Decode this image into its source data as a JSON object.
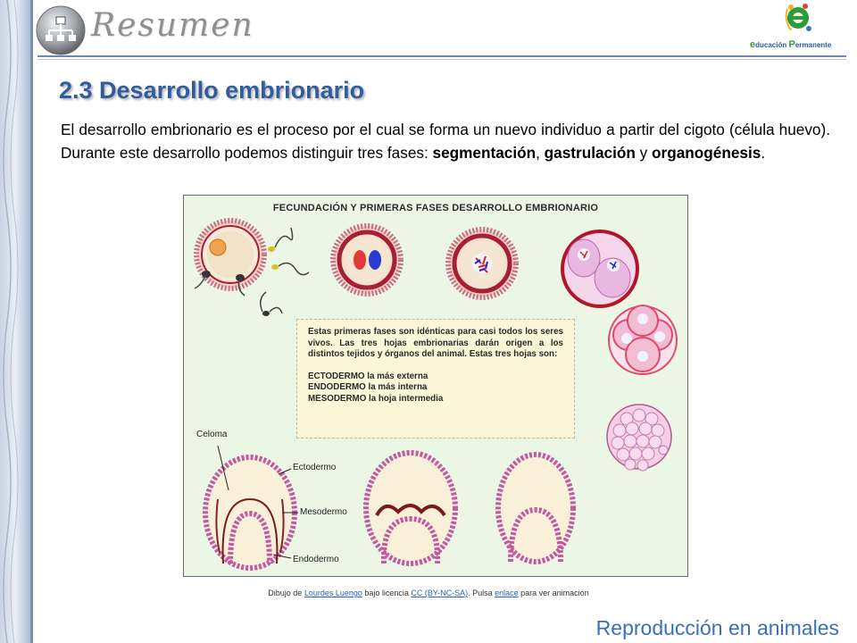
{
  "header": {
    "title": "Resumen",
    "brand": {
      "initial_1": "e",
      "word_1": "ducación",
      "initial_2": "P",
      "word_2": "ermanente"
    }
  },
  "section": {
    "title": "2.3 Desarrollo embrionario",
    "intro_prefix": "El desarrollo embrionario es el proceso por el cual se forma un nuevo individuo a partir del cigoto (célula huevo). Durante este desarrollo podemos distinguir tres fases: ",
    "phase_1": "segmentación",
    "sep_1": ", ",
    "phase_2": "gastrulación",
    "sep_2": " y ",
    "phase_3": "organogénesis",
    "intro_end": "."
  },
  "figure": {
    "title": "FECUNDACIÓN Y PRIMERAS FASES DESARROLLO EMBRIONARIO",
    "note_paragraph": "Estas primeras fases son idénticas para casi todos los seres vivos. Las tres hojas embrionarias darán origen a los distintos tejidos y órganos del animal. Estas tres hojas son:",
    "note_line_1": "ECTODERMO la más externa",
    "note_line_2": "ENDODERMO la más interna",
    "note_line_3": "MESODERMO la hoja intermedia",
    "labels": {
      "celoma": "Celoma",
      "ectodermo": "Ectodermo",
      "mesodermo": "Mesodermo",
      "endodermo": "Endodermo"
    }
  },
  "credit": {
    "prefix": "Dibujo de ",
    "author": "Lourdes Luengo",
    "middle": " bajo licencia ",
    "license": "CC (BY-NC-SA)",
    "middle_2": ". Pulsa ",
    "link": "enlace",
    "suffix": " para ver animación"
  },
  "footer": {
    "text": "Reproducción en animales"
  },
  "colors": {
    "title_blue": "#2f5d9d",
    "footer_blue": "#3a6fc0",
    "figure_bg": "#ecf6e4",
    "note_bg": "#fbf6d5",
    "link_blue": "#2a62b8"
  },
  "icons": {
    "header_logo": "sitemap-icon"
  }
}
